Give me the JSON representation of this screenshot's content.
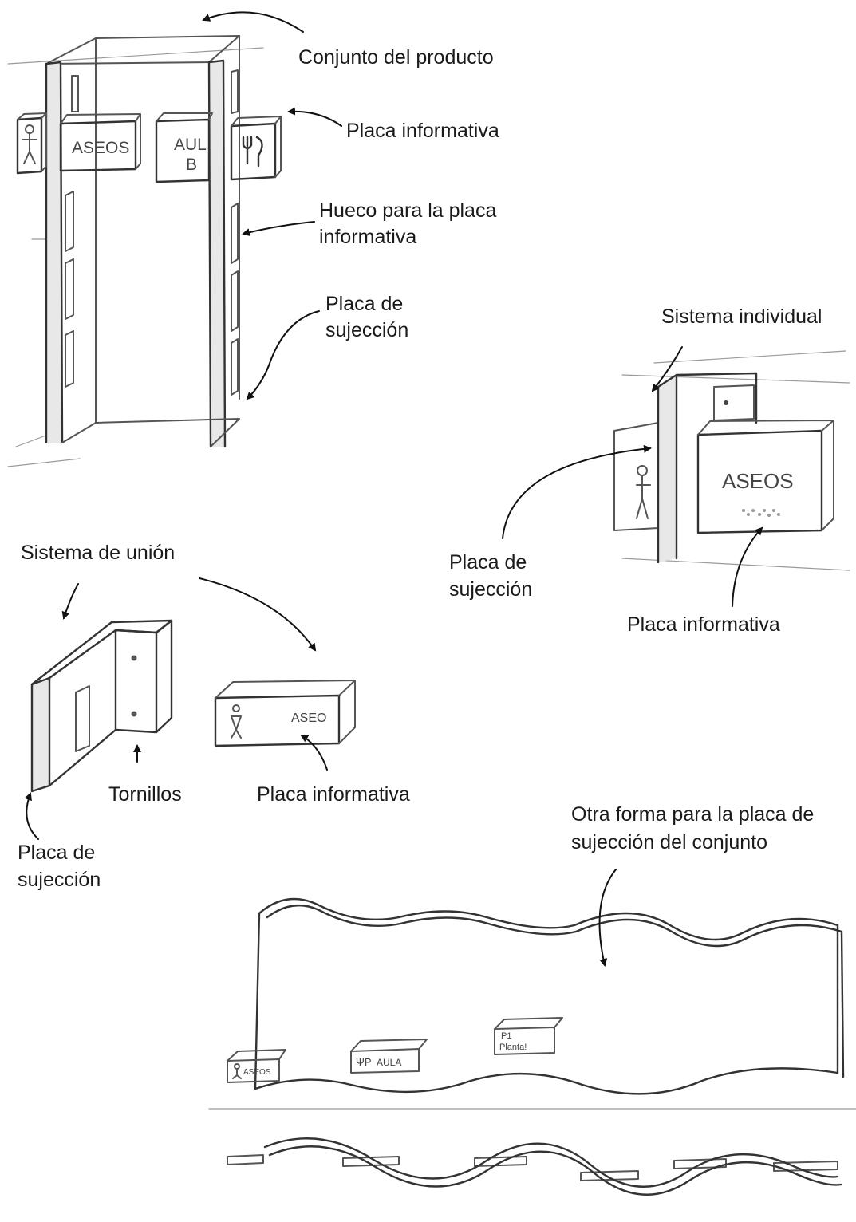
{
  "labels": {
    "conjunto_producto": "Conjunto del producto",
    "placa_informativa_1": "Placa informativa",
    "hueco_line1": "Hueco para la placa",
    "hueco_line2": "informativa",
    "placa_sujecion_1_line1": "Placa de",
    "placa_sujecion_1_line2": "sujección",
    "sistema_individual": "Sistema individual",
    "placa_sujecion_2_line1": "Placa de",
    "placa_sujecion_2_line2": "sujección",
    "placa_informativa_2": "Placa informativa",
    "sistema_union": "Sistema de unión",
    "tornillos": "Tornillos",
    "placa_informativa_3": "Placa informativa",
    "placa_sujecion_3_line1": "Placa de",
    "placa_sujecion_3_line2": "sujección",
    "otra_forma_line1": "Otra forma para la placa de",
    "otra_forma_line2": "sujección del conjunto"
  },
  "signs": {
    "aseos_1": "ASEOS",
    "aula_1_line1": "AUL",
    "aula_1_line2": "B",
    "aseos_2": "ASEOS",
    "aseo_3": "ASEO",
    "aseos_4": "ASEOS",
    "aula_4": "AULA",
    "planta_line1": "P1",
    "planta_line2": "Planta!"
  },
  "icons": [
    "stick-figure-icon",
    "cutlery-icon"
  ]
}
